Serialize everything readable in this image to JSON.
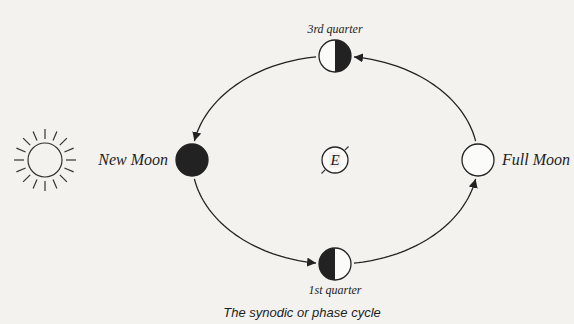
{
  "diagram": {
    "caption": "The synodic or phase cycle",
    "nodes": [
      {
        "text": [
          "3rd quarter"
        ]
      },
      {
        "text": [
          "New Moon"
        ]
      },
      {
        "text": [
          "E"
        ]
      },
      {
        "text": [
          "Full Moon"
        ]
      },
      {
        "text": [
          "1st quarter"
        ]
      }
    ],
    "edges": [
      {
        "from": 1,
        "to": 4,
        "arrow": "to"
      },
      {
        "from": 4,
        "to": 3,
        "arrow": "to"
      },
      {
        "from": 3,
        "to": 0,
        "arrow": "to"
      },
      {
        "from": 0,
        "to": 1,
        "arrow": "to"
      }
    ]
  }
}
